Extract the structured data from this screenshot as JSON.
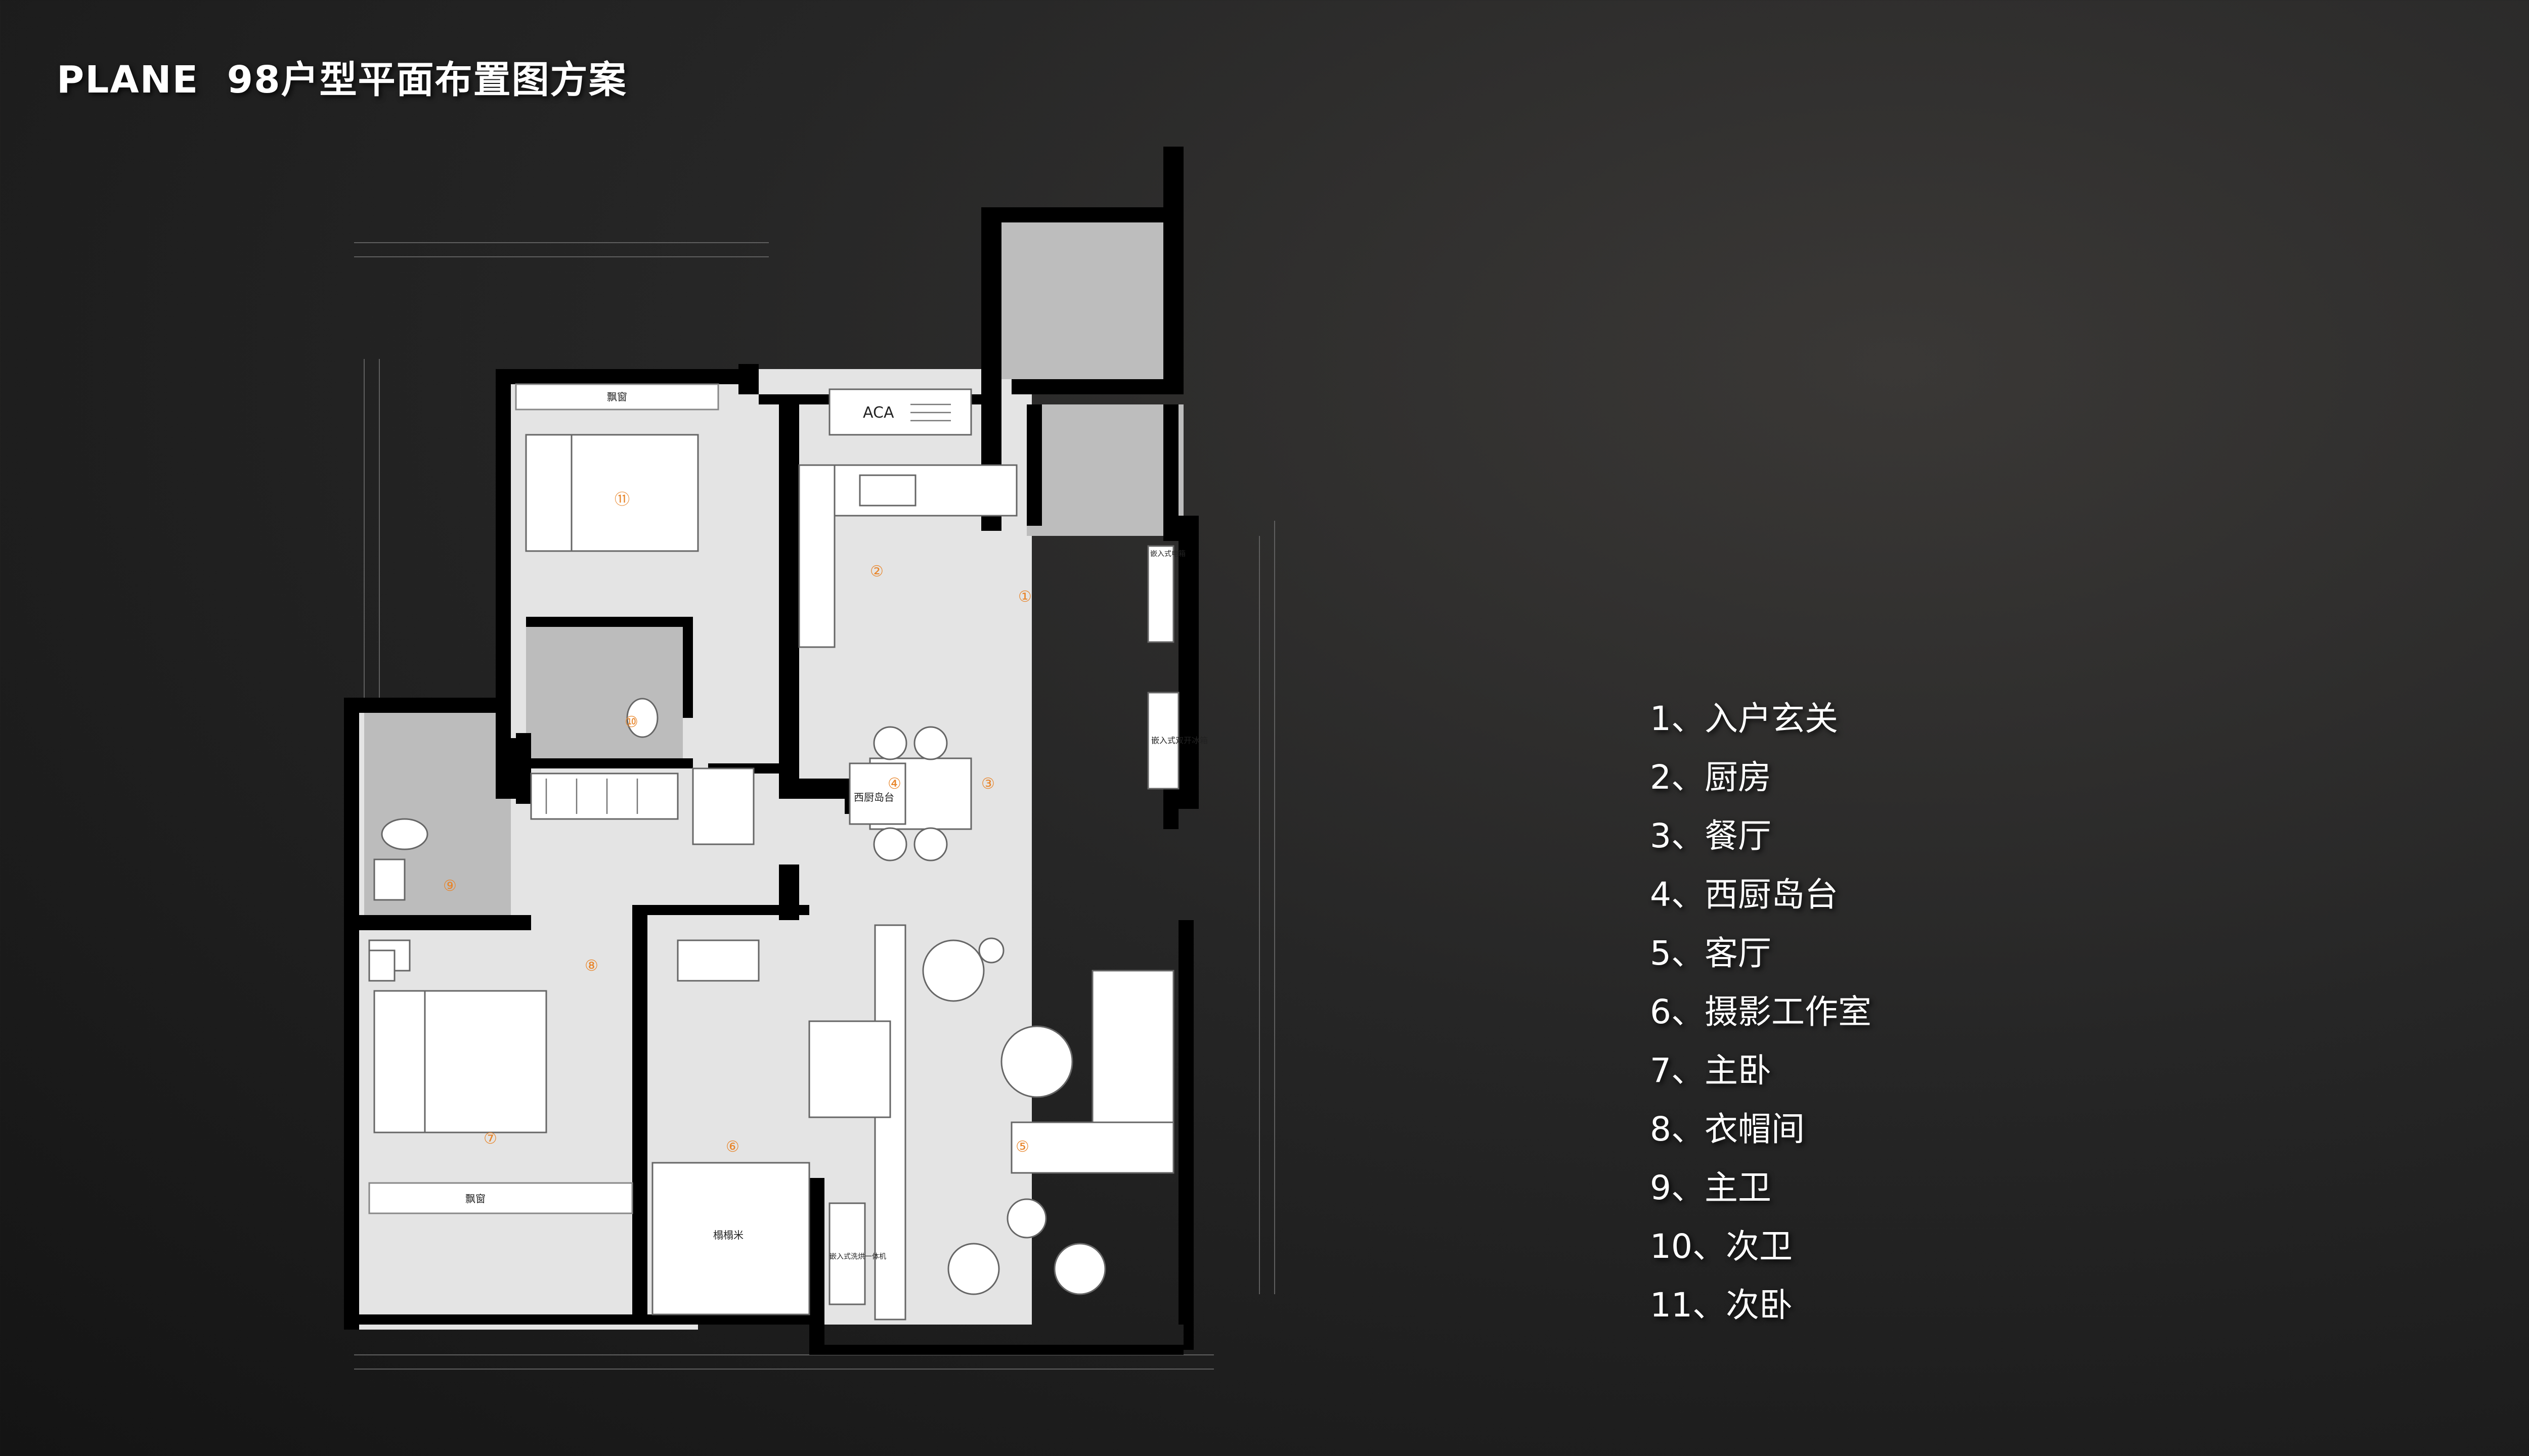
{
  "title": "PLANE  98户型平面布置图方案",
  "plan_labels": {
    "bay_window_top": "飘窗",
    "bay_window_bottom": "飘窗",
    "ac": "ACA",
    "island": "西厨岛台",
    "fridge": "嵌入式双开冰箱",
    "cabinet": "嵌入式电箱",
    "tall_cabinet": "榻榻米",
    "washer": "嵌入式洗烘一体机"
  },
  "room_numbers": [
    "①",
    "②",
    "③",
    "④",
    "⑤",
    "⑥",
    "⑦",
    "⑧",
    "⑨",
    "⑩",
    "⑪"
  ],
  "legend": [
    "1、入户玄关",
    "2、厨房",
    "3、餐厅",
    "4、西厨岛台",
    "5、客厅",
    "6、摄影工作室",
    "7、主卧",
    "8、衣帽间",
    "9、主卫",
    "10、次卫",
    "11、次卧"
  ],
  "colors": {
    "accent_orange": "#e8852a",
    "wall": "#000000",
    "floor": "#e5e5e5",
    "wet_area": "#bdbdbd"
  }
}
